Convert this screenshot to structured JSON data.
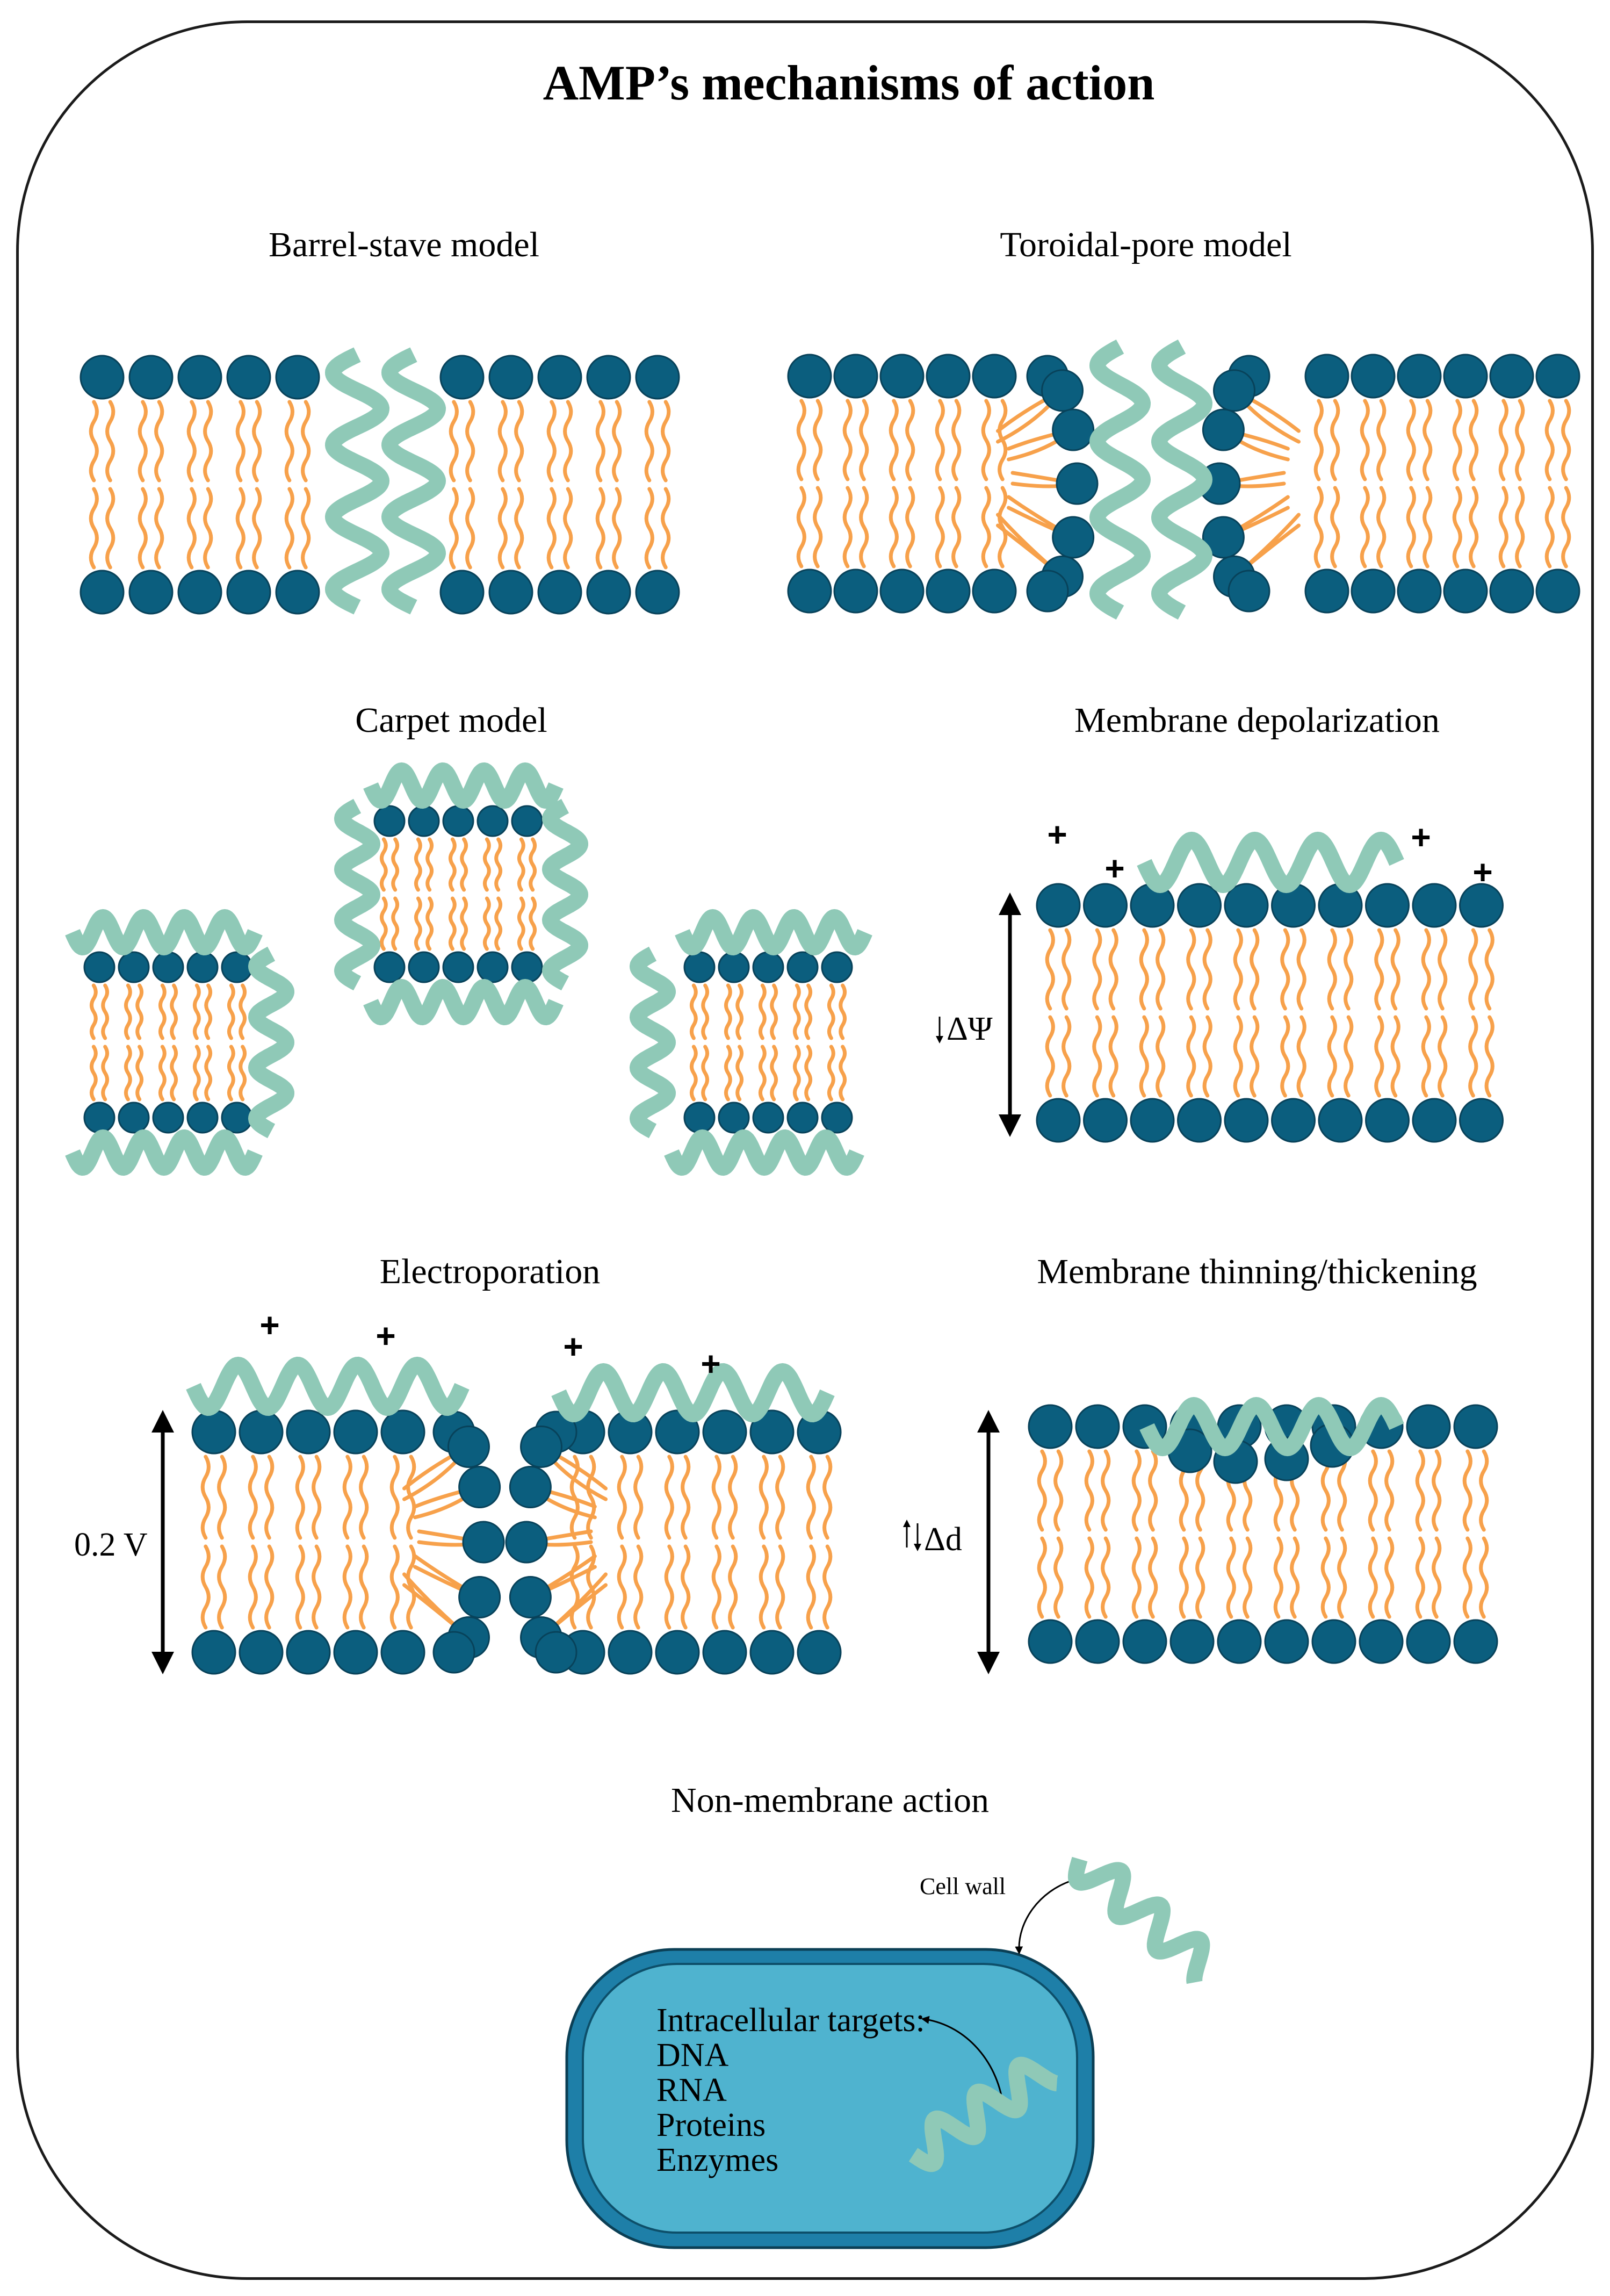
{
  "title": "AMP’s mechanisms of action",
  "panels": {
    "barrel_stave": {
      "title": "Barrel-stave model"
    },
    "toroidal_pore": {
      "title": "Toroidal-pore model"
    },
    "carpet": {
      "title": "Carpet model"
    },
    "depolarization": {
      "title": "Membrane depolarization",
      "label": "ΔΨ",
      "charge_symbol": "+"
    },
    "electroporation": {
      "title": "Electroporation",
      "label": "0.2 V",
      "charge_symbol": "+"
    },
    "thinning": {
      "title": "Membrane thinning/thickening",
      "label": "Δd"
    },
    "non_membrane": {
      "title": "Non-membrane action",
      "cell_wall_label": "Cell wall",
      "targets_heading": "Intracellular targets:",
      "targets": [
        "DNA",
        "RNA",
        "Proteins",
        "Enzymes"
      ]
    }
  },
  "colors": {
    "lipid_head": "#0b5e7e",
    "lipid_tail": "#f7a14b",
    "peptide_helix": "#8fc9b7",
    "cell_body": "#4fb3cf",
    "cell_wall": "#1e7fa8"
  },
  "icons": [
    "lipid-bilayer",
    "alpha-helix-peptide",
    "bacterial-cell",
    "double-headed-arrow",
    "curved-arrow"
  ]
}
